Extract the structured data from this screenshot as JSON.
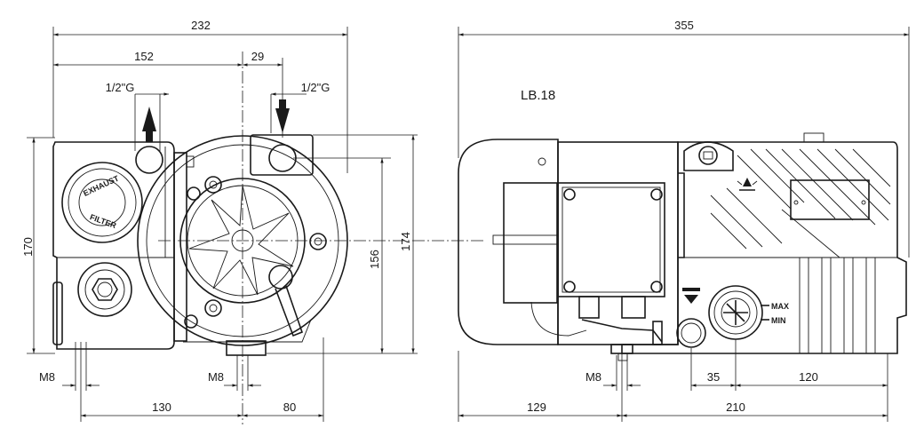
{
  "model_label": "LB.18",
  "front_view": {
    "dims": {
      "overall_width": "232",
      "to_centre": "152",
      "offset": "29",
      "inlet_left": "1/2\"G",
      "inlet_right": "1/2\"G",
      "height": "170",
      "height_inner": "156",
      "height_total": "174",
      "bolt_left": "M8",
      "bolt_mid": "M8",
      "base_left": "130",
      "base_right": "80"
    },
    "filter_text_top": "EXHAUST",
    "filter_text_bottom": "FILTER"
  },
  "side_view": {
    "dims": {
      "overall_length": "355",
      "bolt": "M8",
      "base_left": "129",
      "base_right": "210",
      "sight_offset": "35",
      "sight_to_end": "120"
    },
    "level_max": "MAX",
    "level_min": "MIN"
  }
}
